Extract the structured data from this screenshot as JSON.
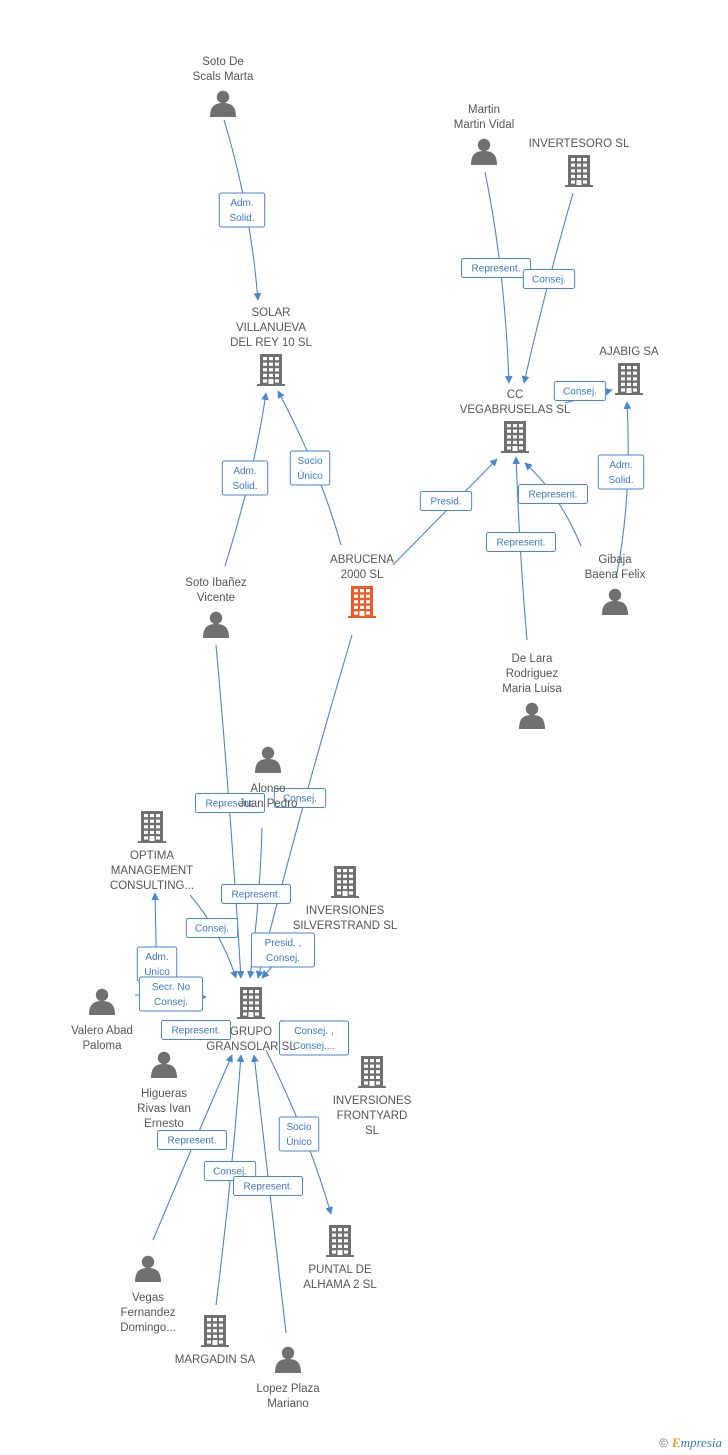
{
  "colors": {
    "edge": "#4a86cf",
    "icon": "#707070",
    "focus": "#f05a28",
    "text": "#555555"
  },
  "nodes": [
    {
      "id": "soto_scals",
      "type": "person",
      "lines": [
        "Soto De",
        "Scals Marta"
      ]
    },
    {
      "id": "solar",
      "type": "company",
      "lines": [
        "SOLAR",
        "VILLANUEVA",
        "DEL REY 10 SL"
      ]
    },
    {
      "id": "martin",
      "type": "person",
      "lines": [
        "Martin",
        "Martin Vidal"
      ]
    },
    {
      "id": "invertesoro",
      "type": "company",
      "lines": [
        "INVERTESORO SL"
      ]
    },
    {
      "id": "ajabig",
      "type": "company",
      "lines": [
        "AJABIG SA"
      ]
    },
    {
      "id": "cc",
      "type": "company",
      "lines": [
        "CC",
        "VEGABRUSELAS SL"
      ]
    },
    {
      "id": "abrucena",
      "type": "focus",
      "lines": [
        "ABRUCENA",
        "2000 SL"
      ]
    },
    {
      "id": "soto_ibanez",
      "type": "person",
      "lines": [
        "Soto Ibañez",
        "Vicente"
      ]
    },
    {
      "id": "gibaja",
      "type": "person",
      "lines": [
        "Gibaja",
        "Baena Felix"
      ]
    },
    {
      "id": "delara",
      "type": "person",
      "lines": [
        "De Lara",
        "Rodriguez",
        "Maria Luisa"
      ]
    },
    {
      "id": "alonso",
      "type": "person",
      "lines": [
        "Alonso",
        "Juan Pedro"
      ]
    },
    {
      "id": "optima",
      "type": "company",
      "lines": [
        "OPTIMA",
        "MANAGEMENT",
        "CONSULTING..."
      ]
    },
    {
      "id": "silverstrand",
      "type": "company",
      "lines": [
        "INVERSIONES",
        "SILVERSTRAND SL"
      ]
    },
    {
      "id": "grupo",
      "type": "company",
      "lines": [
        "GRUPO",
        "GRANSOLAR SL"
      ]
    },
    {
      "id": "valero",
      "type": "person",
      "lines": [
        "Valero Abad",
        "Paloma"
      ]
    },
    {
      "id": "higueras",
      "type": "person",
      "lines": [
        "Higueras",
        "Rivas Ivan",
        "Ernesto"
      ]
    },
    {
      "id": "frontyard",
      "type": "company",
      "lines": [
        "INVERSIONES",
        "FRONTYARD",
        "SL"
      ]
    },
    {
      "id": "puntal",
      "type": "company",
      "lines": [
        "PUNTAL DE",
        "ALHAMA 2 SL"
      ]
    },
    {
      "id": "vegas",
      "type": "person",
      "lines": [
        "Vegas",
        "Fernandez",
        "Domingo..."
      ]
    },
    {
      "id": "margadin",
      "type": "company",
      "lines": [
        "MARGADIN SA"
      ]
    },
    {
      "id": "lopez",
      "type": "person",
      "lines": [
        "Lopez Plaza",
        "Mariano"
      ]
    }
  ],
  "edges": [
    {
      "id": "e_soto_solar",
      "from": "soto_scals",
      "to": "solar",
      "label": [
        "Adm.",
        "Solid."
      ]
    },
    {
      "id": "e_martin_cc",
      "from": "martin",
      "to": "cc",
      "label": [
        "Represent."
      ]
    },
    {
      "id": "e_invert_cc",
      "from": "invertesoro",
      "to": "cc",
      "label": [
        "Consej."
      ]
    },
    {
      "id": "e_cc_ajabig",
      "from": "cc",
      "to": "ajabig",
      "label": [
        "Consej."
      ]
    },
    {
      "id": "e_gibaja_ajabig",
      "from": "gibaja",
      "to": "ajabig",
      "label": [
        "Adm.",
        "Solid."
      ]
    },
    {
      "id": "e_gibaja_cc",
      "from": "gibaja",
      "to": "cc",
      "label": [
        "Represent."
      ]
    },
    {
      "id": "e_delara_cc",
      "from": "delara",
      "to": "cc",
      "label": [
        "Represent."
      ]
    },
    {
      "id": "e_abr_cc",
      "from": "abrucena",
      "to": "cc",
      "label": [
        "Presid."
      ]
    },
    {
      "id": "e_abr_solar",
      "from": "abrucena",
      "to": "solar",
      "label": [
        "Socio",
        "Único"
      ]
    },
    {
      "id": "e_sotoib_solar",
      "from": "soto_ibanez",
      "to": "solar",
      "label": [
        "Adm.",
        "Solid."
      ]
    },
    {
      "id": "e_sotoib_grupo",
      "from": "soto_ibanez",
      "to": "grupo",
      "label": [
        "Represent."
      ]
    },
    {
      "id": "e_abr_grupo",
      "from": "abrucena",
      "to": "grupo",
      "label": [
        "Consej."
      ]
    },
    {
      "id": "e_alonso_grupo",
      "from": "alonso",
      "to": "grupo",
      "label": [
        "Represent."
      ]
    },
    {
      "id": "e_optima_grupo",
      "from": "optima",
      "to": "grupo",
      "label": [
        "Consej."
      ]
    },
    {
      "id": "e_silver_grupo",
      "from": "silverstrand",
      "to": "grupo",
      "label": [
        "Presid. ,",
        "Consej."
      ]
    },
    {
      "id": "e_valero_optima",
      "from": "valero",
      "to": "optima",
      "label": [
        "Adm.",
        "Unico"
      ]
    },
    {
      "id": "e_valero_grupo",
      "from": "valero",
      "to": "grupo",
      "label": [
        "Secr.  No",
        "Consej."
      ]
    },
    {
      "id": "e_higueras_grupo",
      "from": "higueras",
      "to": "grupo",
      "label": [
        "Represent."
      ]
    },
    {
      "id": "e_grupo_frontyard",
      "from": "grupo",
      "to": "frontyard",
      "label": [
        "Consej. ,",
        "Consej...."
      ]
    },
    {
      "id": "e_grupo_puntal",
      "from": "grupo",
      "to": "puntal",
      "label": [
        "Socio",
        "Único"
      ]
    },
    {
      "id": "e_vegas_grupo",
      "from": "vegas",
      "to": "grupo",
      "label": [
        "Represent."
      ]
    },
    {
      "id": "e_margadin_grupo",
      "from": "margadin",
      "to": "grupo",
      "label": [
        "Consej."
      ]
    },
    {
      "id": "e_lopez_grupo",
      "from": "lopez",
      "to": "grupo",
      "label": [
        "Represent."
      ]
    }
  ],
  "footer": {
    "copyright": "©",
    "brand_initial": "E",
    "brand_rest": "mpresia"
  }
}
